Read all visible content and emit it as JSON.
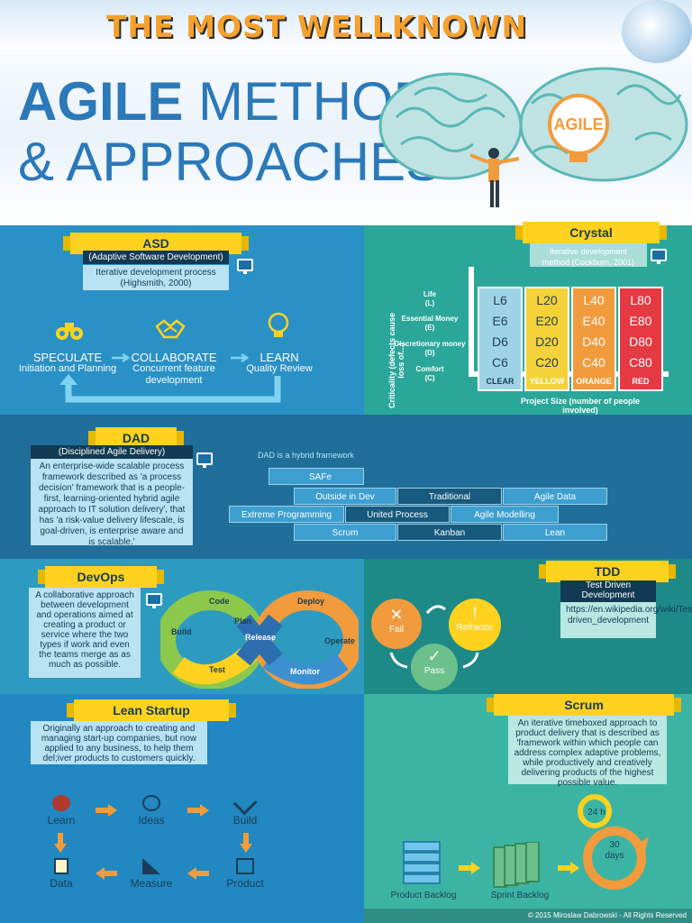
{
  "header": {
    "title_top": "THE MOST WELLKNOWN",
    "title_line1_bold": "AGILE",
    "title_line1_rest": " METHODS",
    "title_line2": "& APPROACHES",
    "brain_badge": "AGILE"
  },
  "asd": {
    "title": "ASD",
    "subtitle": "(Adaptive Software Development)",
    "description": "Iterative development process (Highsmith, 2000)",
    "steps": [
      {
        "name": "SPECULATE",
        "detail": "Initiation and Planning",
        "icon": "binoculars-icon"
      },
      {
        "name": "COLLABORATE",
        "detail": "Concurrent feature development",
        "icon": "handshake-icon"
      },
      {
        "name": "LEARN",
        "detail": "Quality Review",
        "icon": "lightbulb-icon"
      }
    ]
  },
  "crystal": {
    "title": "Crystal",
    "description": "Iterative development method (Cockburn, 2001)",
    "y_axis": "Criticality (defects cause loss of...)",
    "x_axis": "Project Size (number of people involved)",
    "rows": [
      {
        "label": "Life",
        "code": "(L)",
        "cells": [
          "L6",
          "L20",
          "L40",
          "L80"
        ]
      },
      {
        "label": "Essential Money",
        "code": "(E)",
        "cells": [
          "E6",
          "E20",
          "E40",
          "E80"
        ]
      },
      {
        "label": "Discretionary money",
        "code": "(D)",
        "cells": [
          "D6",
          "D20",
          "D40",
          "D80"
        ]
      },
      {
        "label": "Comfort",
        "code": "(C)",
        "cells": [
          "C6",
          "C20",
          "C40",
          "C80"
        ]
      }
    ],
    "columns": [
      "CLEAR",
      "YELLOW",
      "ORANGE",
      "RED"
    ],
    "column_colors": [
      "#9ed3e6",
      "#f6d23a",
      "#f29b3c",
      "#e53a43"
    ]
  },
  "dad": {
    "title": "DAD",
    "subtitle": "(Disciplined Agile Delivery)",
    "description": "An enterprise-wide scalable process framework described as 'a process decision' framework that is a people-first, learning-oriented hybrid agile approach to IT solution delivery', that has 'a risk-value delivery lifescale, is goal-driven, is enterprise aware and is scalable.'",
    "hybrid_label": "DAD is a hybrid framework",
    "frameworks": [
      "SAFe",
      "Outside in Dev",
      "Traditional",
      "Agile Data",
      "Extreme Programming",
      "United Process",
      "Agile Modelling",
      "Scrum",
      "Kanban",
      "Lean"
    ]
  },
  "devops": {
    "title": "DevOps",
    "description": "A collaborative approach between development and operations aimed at creating a product or service where the two types if work and even the teams merge as as much as possible.",
    "stages": [
      "Code",
      "Build",
      "Plan",
      "Test",
      "Release",
      "Deploy",
      "Operate",
      "Monitor"
    ]
  },
  "tdd": {
    "title": "TDD",
    "subtitle": "Test Driven Development",
    "link": "https://en.wikipedia.org/wiki/Test-driven_development",
    "cycle": [
      "Fail",
      "Refractor",
      "Pass"
    ],
    "fail_symbol": "✕",
    "refractor_symbol": "!",
    "pass_symbol": "✓"
  },
  "lean": {
    "title": "Lean Startup",
    "description": "Originally an approach to creating and managing start-up companies, but now applied to any business, to help them del;iver products to customers quickly.",
    "loop": [
      {
        "label": "Learn",
        "color": "#f29b3c",
        "icon": "brain-icon"
      },
      {
        "label": "Ideas",
        "color": "#6cc08b",
        "icon": "lightbulb-icon"
      },
      {
        "label": "Build",
        "color": "#ffd21f",
        "icon": "tools-icon"
      },
      {
        "label": "Product",
        "color": "#6cc08b",
        "icon": "box-icon"
      },
      {
        "label": "Measure",
        "color": "#f29b3c",
        "icon": "ruler-icon"
      },
      {
        "label": "Data",
        "color": "#ffd21f",
        "icon": "document-icon"
      }
    ]
  },
  "scrum": {
    "title": "Scrum",
    "description": "An iterative timeboxed approach to product delivery that is described as 'framework within which people can address complex adaptive problems, while productively and creatively delivering products of the highest possible value.",
    "product_backlog": "Product Backlog",
    "sprint_backlog": "Sprint Backlog",
    "daily": "24 h",
    "sprint_length": "30",
    "sprint_unit": "days"
  },
  "footer": {
    "copyright": "© 2015 Miroslaw Dabrowski - All Rights Reserved"
  }
}
